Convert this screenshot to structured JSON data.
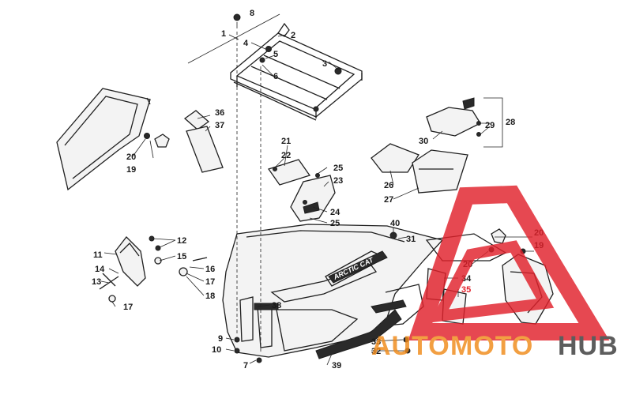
{
  "diagram": {
    "callouts": [
      {
        "id": "c1",
        "text": "1"
      },
      {
        "id": "c2",
        "text": "2"
      },
      {
        "id": "c3",
        "text": "3"
      },
      {
        "id": "c4",
        "text": "4"
      },
      {
        "id": "c5",
        "text": "5"
      },
      {
        "id": "c6",
        "text": "6"
      },
      {
        "id": "c7",
        "text": "7"
      },
      {
        "id": "c8",
        "text": "8"
      },
      {
        "id": "c9",
        "text": "9"
      },
      {
        "id": "c10",
        "text": "10"
      },
      {
        "id": "c11",
        "text": "11"
      },
      {
        "id": "c12",
        "text": "12"
      },
      {
        "id": "c13",
        "text": "13"
      },
      {
        "id": "c14",
        "text": "14"
      },
      {
        "id": "c15",
        "text": "15"
      },
      {
        "id": "c16",
        "text": "16"
      },
      {
        "id": "c17a",
        "text": "17"
      },
      {
        "id": "c17b",
        "text": "17"
      },
      {
        "id": "c18",
        "text": "18"
      },
      {
        "id": "c19a",
        "text": "19"
      },
      {
        "id": "c19b",
        "text": "19"
      },
      {
        "id": "c20a",
        "text": "20"
      },
      {
        "id": "c20b",
        "text": "20"
      },
      {
        "id": "c20c",
        "text": "20"
      },
      {
        "id": "c21",
        "text": "21"
      },
      {
        "id": "c22",
        "text": "22"
      },
      {
        "id": "c23",
        "text": "23"
      },
      {
        "id": "c24",
        "text": "24"
      },
      {
        "id": "c25a",
        "text": "25"
      },
      {
        "id": "c25b",
        "text": "25"
      },
      {
        "id": "c26",
        "text": "26"
      },
      {
        "id": "c27",
        "text": "27"
      },
      {
        "id": "c28",
        "text": "28"
      },
      {
        "id": "c29",
        "text": "29"
      },
      {
        "id": "c30",
        "text": "30"
      },
      {
        "id": "c31",
        "text": "31"
      },
      {
        "id": "c32",
        "text": "32"
      },
      {
        "id": "c33",
        "text": "33"
      },
      {
        "id": "c34",
        "text": "34"
      },
      {
        "id": "c35",
        "text": "35"
      },
      {
        "id": "c36",
        "text": "36"
      },
      {
        "id": "c37",
        "text": "37"
      },
      {
        "id": "c38",
        "text": "38"
      },
      {
        "id": "c39",
        "text": "39"
      },
      {
        "id": "c40",
        "text": "40"
      }
    ],
    "decal_text": "ARCTIC CAT"
  },
  "watermark": {
    "part1": "AUTO",
    "part2": "MOTO",
    "part3": "HUB",
    "color_primary": "#f08a19",
    "color_secondary": "#e1212b",
    "color_dark": "#3a3a3a"
  }
}
